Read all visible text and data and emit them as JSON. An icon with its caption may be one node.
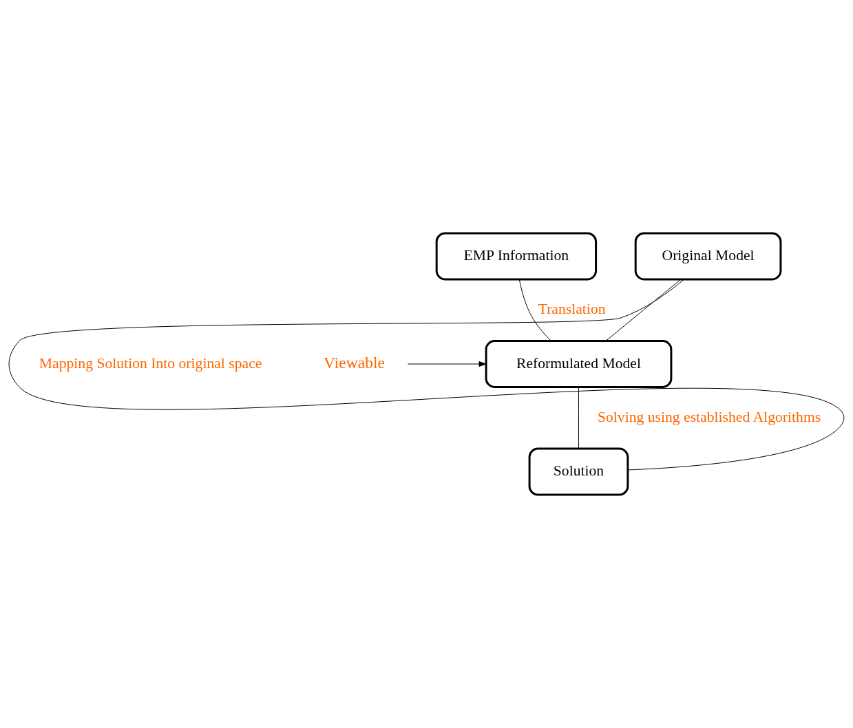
{
  "diagram": {
    "nodes": [
      {
        "text": [
          "EMP Information"
        ]
      },
      {
        "text": [
          "Original Model"
        ]
      },
      {
        "text": [
          "Reformulated Model"
        ]
      },
      {
        "text": [
          "Solution"
        ]
      },
      {
        "text": [
          "Viewable"
        ]
      }
    ],
    "edges": [
      {
        "from": 0,
        "to": 2,
        "arrow": "none",
        "label": "Translation"
      },
      {
        "from": 1,
        "to": 2,
        "arrow": "none"
      },
      {
        "from": 4,
        "to": 2,
        "arrow": "to"
      },
      {
        "from": 2,
        "to": 3,
        "arrow": "none",
        "label": "Solving using established Algorithms"
      },
      {
        "from": 3,
        "to": 1,
        "arrow": "none",
        "label": "Mapping Solution Into original space"
      }
    ]
  }
}
